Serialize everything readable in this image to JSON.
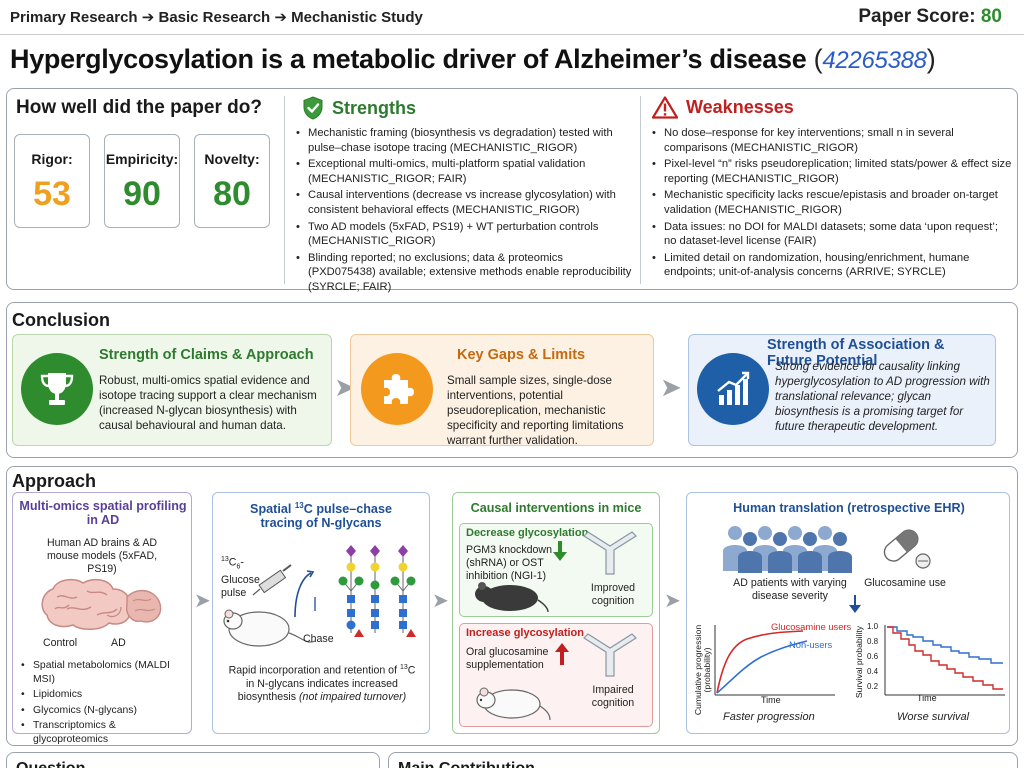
{
  "header": {
    "breadcrumb": "Primary Research ➔ Basic Research ➔ Mechanistic Study",
    "score_label": "Paper Score:",
    "score_value": "80",
    "title": "Hyperglycosylation is a metabolic driver of Alzheimer’s disease",
    "paper_id": "42265388"
  },
  "scores": {
    "heading": "How well did the paper do?",
    "rigor": {
      "label": "Rigor:",
      "value": "53",
      "color": "#f0a020"
    },
    "empiricity": {
      "label": "Empiricity:",
      "value": "90",
      "color": "#2e8b2e"
    },
    "novelty": {
      "label": "Novelty:",
      "value": "80",
      "color": "#2e8b2e"
    }
  },
  "strengths": {
    "heading": "Strengths",
    "icon": "shield-check-icon",
    "items": [
      "Mechanistic framing (biosynthesis vs degradation) tested with pulse–chase isotope tracing (MECHANISTIC_RIGOR)",
      "Exceptional multi-omics, multi-platform spatial validation (MECHANISTIC_RIGOR; FAIR)",
      "Causal interventions (decrease vs increase glycosylation) with consistent behavioral effects (MECHANISTIC_RIGOR)",
      "Two AD models (5xFAD, PS19) + WT perturbation controls (MECHANISTIC_RIGOR)",
      "Blinding reported; no exclusions; data & proteomics (PXD075438) available; extensive methods enable reproducibility (SYRCLE; FAIR)"
    ]
  },
  "weaknesses": {
    "heading": "Weaknesses",
    "icon": "warning-triangle-icon",
    "items": [
      "No dose–response for key interventions; small n in several comparisons (MECHANISTIC_RIGOR)",
      "Pixel-level “n” risks pseudoreplication; limited stats/power & effect size reporting (MECHANISTIC_RIGOR)",
      "Mechanistic specificity lacks rescue/epistasis and broader on-target validation (MECHANISTIC_RIGOR)",
      "Data issues: no DOI for MALDI datasets; some data ‘upon request’; no dataset-level license (FAIR)",
      "Limited detail on randomization, housing/enrichment, humane endpoints; unit-of-analysis concerns (ARRIVE; SYRCLE)"
    ]
  },
  "conclusion": {
    "heading": "Conclusion",
    "cards": [
      {
        "title": "Strength of Claims & Approach",
        "text": "Robust, multi-omics spatial evidence and isotope tracing support a clear mechanism (increased N-glycan biosynthesis) with causal behavioural and human data.",
        "icon": "trophy-icon",
        "color": "#2e8b2e"
      },
      {
        "title": "Key Gaps & Limits",
        "text": "Small sample sizes, single-dose interventions, potential pseudoreplication, mechanistic specificity and reporting limitations warrant further validation.",
        "icon": "puzzle-icon",
        "color": "#f39a1e"
      },
      {
        "title": "Strength of Association & Future Potential",
        "text": "Strong evidence for causality linking hyperglycosylation to AD progression with translational relevance; glycan biosynthesis is a promising target for future therapeutic development.",
        "icon": "growth-chart-icon",
        "color": "#1f5fa8"
      }
    ]
  },
  "approach": {
    "heading": "Approach",
    "multiomics": {
      "title": "Multi-omics spatial profiling in AD",
      "subtitle": "Human AD brains & AD mouse models (5xFAD, PS19)",
      "control_label": "Control",
      "ad_label": "AD",
      "items": [
        "Spatial metabolomics (MALDI MSI)",
        "Lipidomics",
        "Glycomics (N-glycans)",
        "Transcriptomics & glycoproteomics"
      ]
    },
    "pulse": {
      "title_a": "Spatial",
      "title_sup": "13",
      "title_b": "C pulse–chase tracing of N-glycans",
      "glucose_a": "13",
      "glucose_b": "C",
      "glucose_sub": "6",
      "glucose_c": "-Glucose pulse",
      "chase": "Chase",
      "text_a": "Rapid incorporation and retention of",
      "text_sup": "13",
      "text_b": "C in N-glycans indicates increased biosynthesis",
      "text_c": "(not impaired turnover)"
    },
    "causal": {
      "title": "Causal interventions in mice",
      "decrease_title": "Decrease glycosylation",
      "decrease_text": "PGM3 knockdown (shRNA) or OST inhibition (NGI-1)",
      "decrease_result": "Improved cognition",
      "increase_title": "Increase glycosylation",
      "increase_text": "Oral glucosamine supplementation",
      "increase_result": "Impaired cognition"
    },
    "human": {
      "title": "Human translation (retrospective EHR)",
      "patients": "AD patients with varying disease severity",
      "glucosamine": "Glucosamine use",
      "left_ylabel": "Cumulative progression (probability)",
      "left_xlabel": "Time",
      "legend_users": "Glucosamine users",
      "legend_nonusers": "Non-users",
      "left_caption": "Faster progression",
      "right_ylabel": "Survival probability",
      "right_xlabel": "Time",
      "right_caption": "Worse survival",
      "right_ticks": [
        "1.0",
        "0.8",
        "0.6",
        "0.4",
        "0.2"
      ]
    }
  },
  "bottom": {
    "question": "Question",
    "main": "Main Contribution"
  }
}
